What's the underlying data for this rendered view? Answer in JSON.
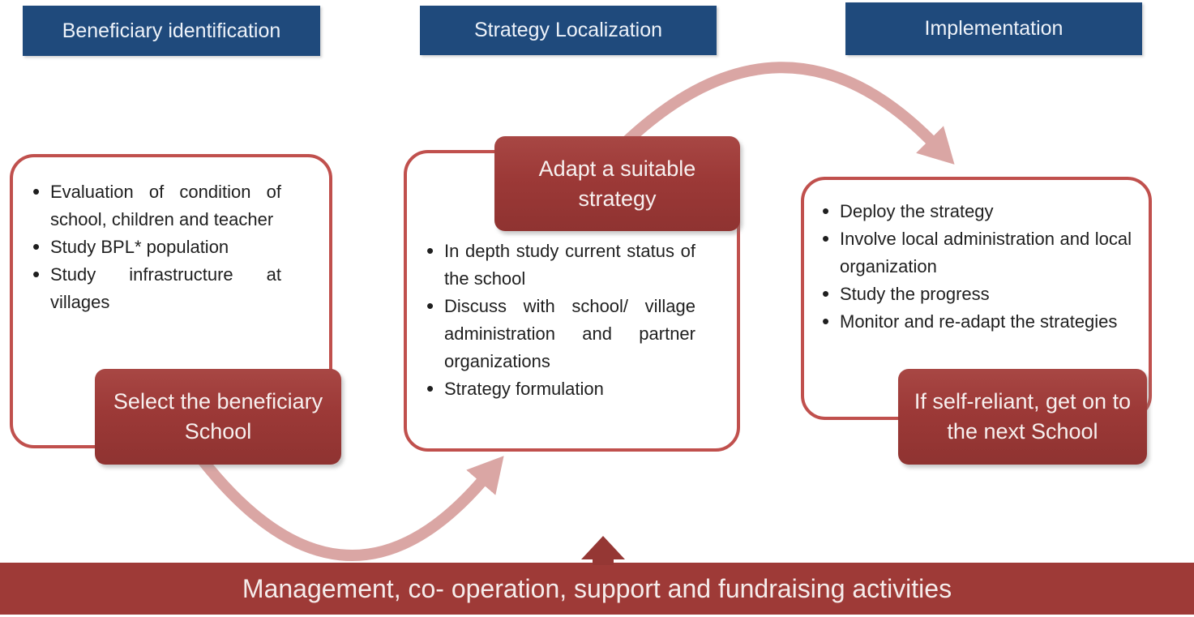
{
  "diagram": {
    "columns": [
      {
        "header": "Beneficiary identification",
        "bullets": [
          "Evaluation of condition of school, children and teacher",
          "Study BPL* population",
          "Study infrastructure at villages"
        ],
        "callout": "Select the beneficiary School"
      },
      {
        "header": "Strategy Localization",
        "bullets": [
          "In depth study current status of the school",
          "Discuss with school/ village administration and partner organizations",
          "Strategy formulation"
        ],
        "callout": "Adapt a suitable strategy"
      },
      {
        "header": "Implementation",
        "bullets": [
          "Deploy the strategy",
          "Involve local administration and local organization",
          "Study the progress",
          "Monitor and re-adapt the strategies"
        ],
        "callout": "If self-reliant, get on to the next School"
      }
    ],
    "banner": "Management, co- operation, support and fundraising activities",
    "colors": {
      "header_bg": "#1F4A7C",
      "box_border": "#C0504D",
      "callout_bg": "#9C3937",
      "banner_bg": "#9E3A37",
      "curved_arrow": "#DAA6A4",
      "up_arrow": "#953734"
    }
  }
}
